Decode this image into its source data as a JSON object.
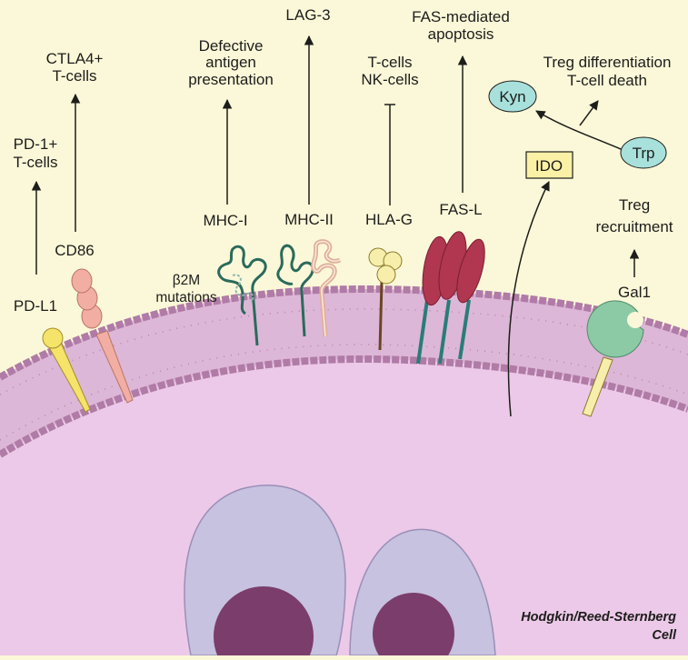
{
  "pathways": {
    "pdl1": {
      "label": "PD-L1",
      "target_line1": "PD-1+",
      "target_line2": "T-cells"
    },
    "cd86": {
      "label": "CD86",
      "target_line1": "CTLA4+",
      "target_line2": "T-cells"
    },
    "mhc1": {
      "label": "MHC-I",
      "target_line1": "Defective",
      "target_line2": "antigen",
      "target_line3": "presentation",
      "mutation_line1": "β2M",
      "mutation_line2": "mutations"
    },
    "mhc2": {
      "label": "MHC-II",
      "target_line1": "LAG-3"
    },
    "hlag": {
      "label": "HLA-G",
      "target_line1": "T-cells",
      "target_line2": "NK-cells"
    },
    "fasl": {
      "label": "FAS-L",
      "target_line1": "FAS-mediated",
      "target_line2": "apoptosis"
    },
    "ido": {
      "label": "IDO",
      "substrate": "Trp",
      "product": "Kyn",
      "effect_line1": "Treg differentiation",
      "effect_line2": "T-cell death"
    },
    "gal1": {
      "label": "Gal1",
      "effect_line1": "Treg",
      "effect_line2": "recruitment"
    }
  },
  "cell": {
    "caption_line1": "Hodgkin/Reed-Sternberg",
    "caption_line2": "Cell"
  },
  "colors": {
    "background": "#fbf8d9",
    "cytoplasm": "#ecc9e8",
    "membrane": "#b784ad",
    "nucleus": "#c6c2df",
    "nucleolus": "#7b3d6b",
    "pdl1": "#f5e36a",
    "cd86": "#f2aea3",
    "mhc1": "#2a6b5c",
    "mhc2": "#e0b09a",
    "hlag": "#f6eeaa",
    "fasl": "#b0374f",
    "stalk": "#2a7c78",
    "ido_box": "#fbf1a6",
    "bubble": "#a8e0db",
    "gal1": "#8ccaa5"
  }
}
